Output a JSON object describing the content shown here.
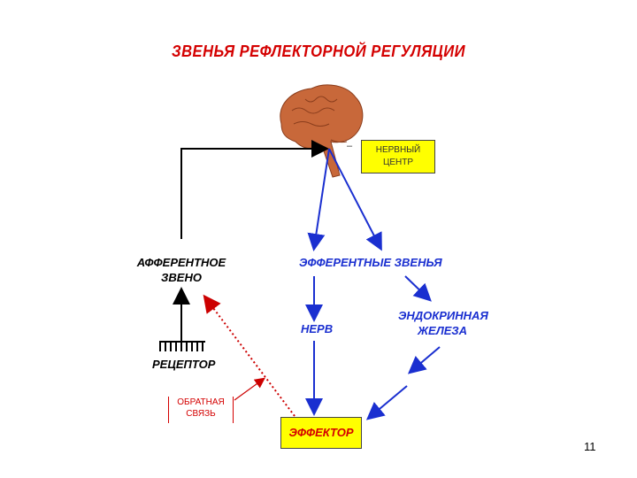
{
  "title": "ЗВЕНЬЯ РЕФЛЕКТОРНОЙ РЕГУЛЯЦИИ",
  "nodes": {
    "center": "НЕРВНЫЙ ЦЕНТР",
    "center_sign": "–",
    "afferent": "АФФЕРЕНТНОЕ ЗВЕНО",
    "efferent": "ЭФФЕРЕНТНЫЕ ЗВЕНЬЯ",
    "nerve": "НЕРВ",
    "endocrine": "ЭНДОКРИННАЯ ЖЕЛЕЗА",
    "receptor": "РЕЦЕПТОР",
    "feedback": "ОБРАТНАЯ СВЯЗЬ",
    "effector": "ЭФФЕКТОР"
  },
  "page_number": "11",
  "colors": {
    "title": "#d40000",
    "arrows": "#1a2fd0",
    "feedback_arrow": "#cc0000",
    "highlight": "#ffff00",
    "brain": "#c8683a"
  }
}
